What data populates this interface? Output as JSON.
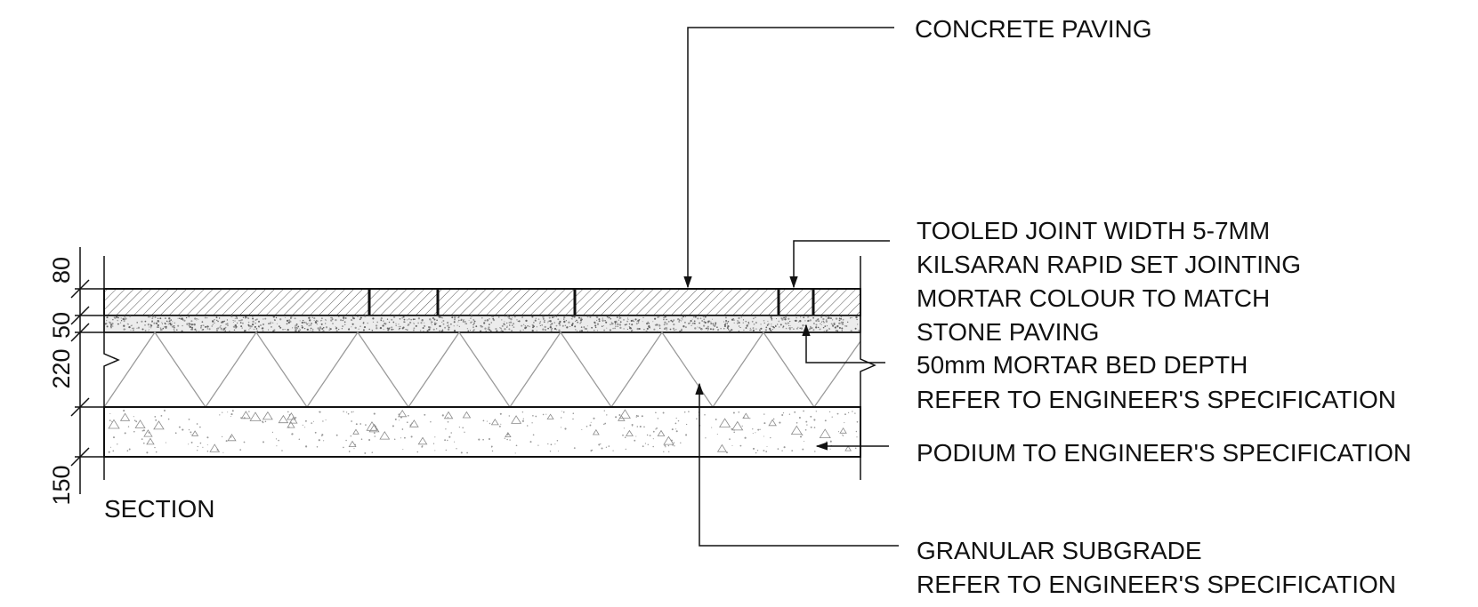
{
  "section_title": "SECTION",
  "colors": {
    "ink": "#111111",
    "hatch": "#555555",
    "fill_lines": "#9a9a9a",
    "background": "#ffffff"
  },
  "labels": {
    "concrete_paving": [
      "CONCRETE PAVING"
    ],
    "tooled_joint": [
      "TOOLED JOINT WIDTH 5-7MM",
      "KILSARAN RAPID SET JOINTING",
      "MORTAR COLOUR TO MATCH",
      "STONE PAVING"
    ],
    "mortar_bed": [
      "50mm MORTAR BED DEPTH",
      "REFER TO ENGINEER'S SPECIFICATION"
    ],
    "podium": [
      "PODIUM TO ENGINEER'S SPECIFICATION"
    ],
    "granular_subgrade": [
      "GRANULAR SUBGRADE",
      "REFER TO ENGINEER'S SPECIFICATION"
    ]
  },
  "dimensions": {
    "paving": "80",
    "mortar": "50",
    "subgrade": "220",
    "podium": "150"
  }
}
